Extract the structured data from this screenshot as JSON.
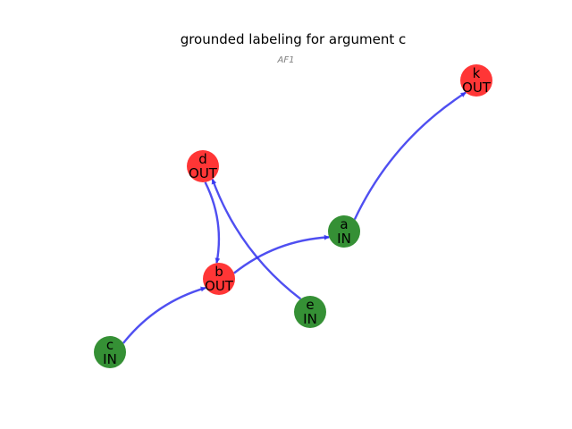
{
  "title": "grounded labeling for argument c",
  "subtitle": "AF1",
  "colors": {
    "in": "#2a8a2a",
    "out": "#ff2020",
    "edge": "#3030ee"
  },
  "nodes": [
    {
      "id": "k",
      "label": "k",
      "status": "OUT"
    },
    {
      "id": "d",
      "label": "d",
      "status": "OUT"
    },
    {
      "id": "a",
      "label": "a",
      "status": "IN"
    },
    {
      "id": "b",
      "label": "b",
      "status": "OUT"
    },
    {
      "id": "e",
      "label": "e",
      "status": "IN"
    },
    {
      "id": "c",
      "label": "c",
      "status": "IN"
    }
  ],
  "edges": [
    {
      "from": "c",
      "to": "b"
    },
    {
      "from": "b",
      "to": "a"
    },
    {
      "from": "a",
      "to": "k"
    },
    {
      "from": "d",
      "to": "b"
    },
    {
      "from": "e",
      "to": "d"
    }
  ]
}
